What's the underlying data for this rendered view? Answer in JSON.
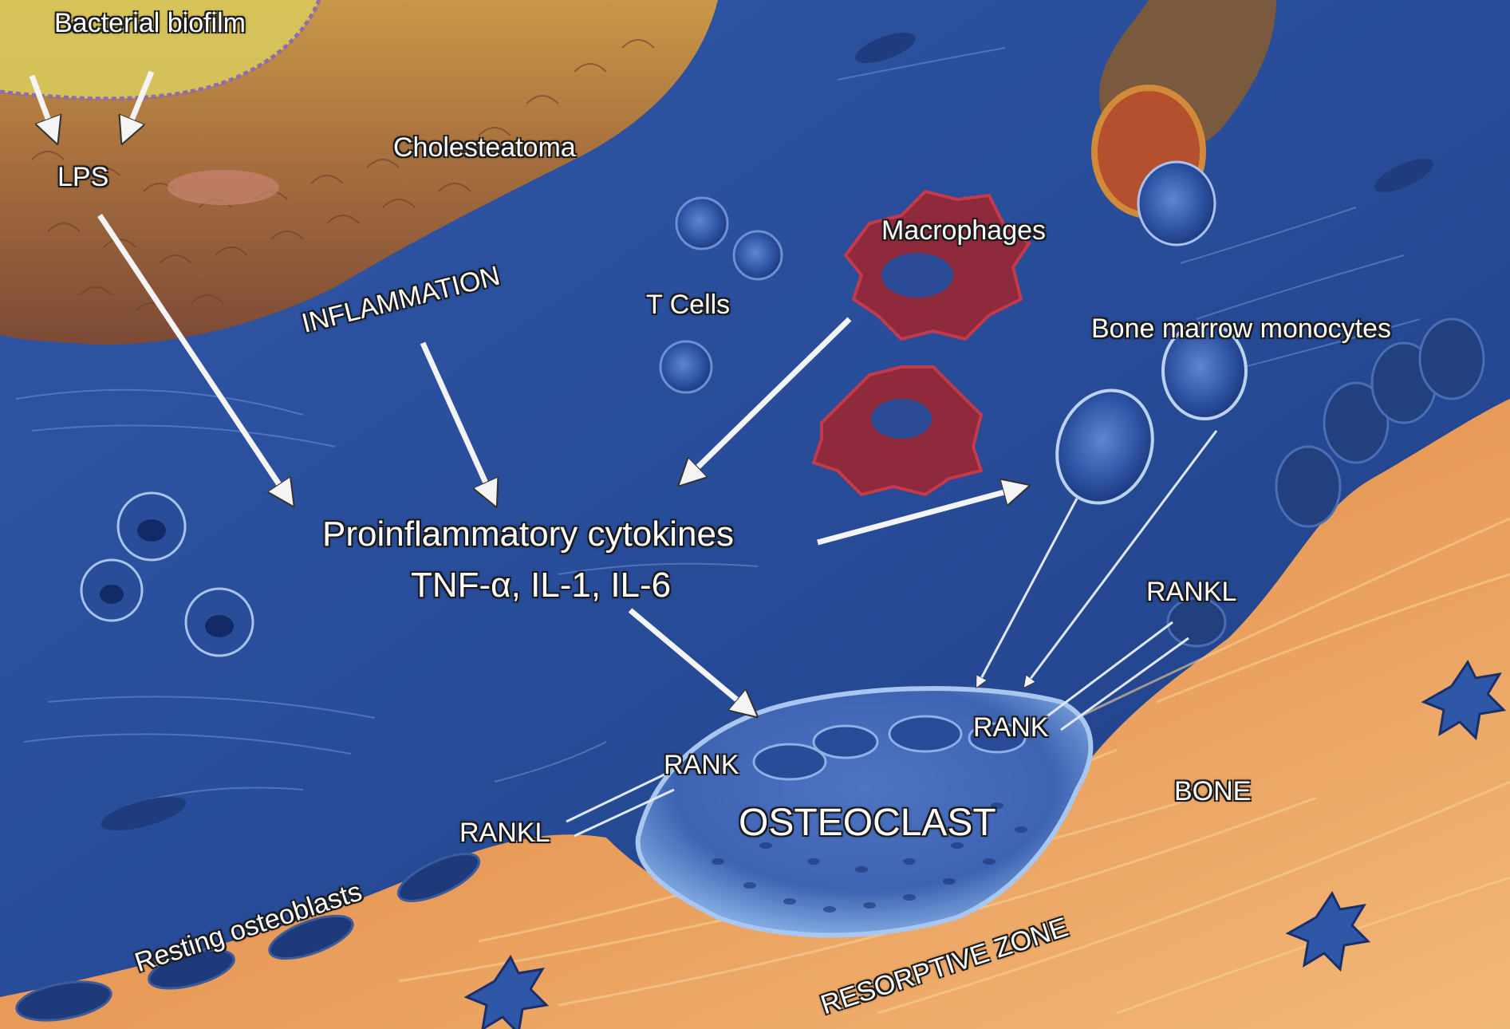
{
  "labels": {
    "bacterial_biofilm": "Bacterial biofilm",
    "lps": "LPS",
    "cholesteatoma": "Cholesteatoma",
    "inflammation": "INFLAMMATION",
    "t_cells": "T Cells",
    "macrophages": "Macrophages",
    "bone_marrow_monocytes": "Bone marrow monocytes",
    "cytokines_line1": "Proinflammatory cytokines",
    "cytokines_line2": "TNF-α, IL-1, IL-6",
    "rankl_right": "RANKL",
    "rank_right": "RANK",
    "rank_left": "RANK",
    "rankl_left": "RANKL",
    "osteoclast": "OSTEOCLAST",
    "bone": "BONE",
    "resting_osteoblasts": "Resting osteoblasts",
    "resorptive_zone": "RESORPTIVE ZONE"
  },
  "colors": {
    "tissue_blue": "#2b4f9c",
    "deep_blue": "#1d3a80",
    "cholesteatoma_brown": "#a8683a",
    "biofilm_yellow": "#d9c85a",
    "bone_orange": "#e8a060",
    "macrophage_red": "#9c2a3a",
    "label_white": "#ffffff"
  }
}
